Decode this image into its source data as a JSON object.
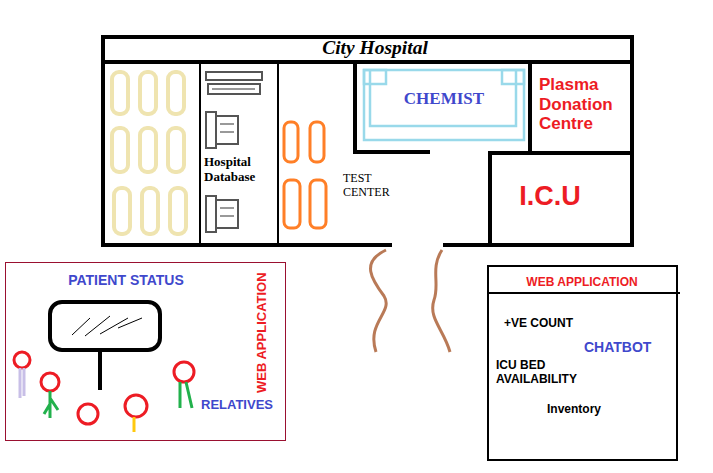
{
  "diagram": {
    "nodes": [
      {
        "text": [
          "City Hospital"
        ]
      },
      {
        "text": [
          "Hospital Database"
        ],
        "in": 0
      },
      {
        "text": [
          "TEST CENTER"
        ],
        "in": 0
      },
      {
        "text": [
          "CHEMIST"
        ],
        "in": 0
      },
      {
        "text": [
          "Plasma Donation Centre"
        ],
        "in": 0
      },
      {
        "text": [
          "I.C.U"
        ],
        "in": 0
      },
      {
        "text": [
          "PATIENT STATUS",
          "WEB APPLICATION",
          "RELATIVES"
        ]
      },
      {
        "text": [
          "WEB APPLICATION",
          "+VE COUNT",
          "CHATBOT",
          "ICU BED AVAILABILITY",
          "Inventory"
        ]
      }
    ]
  }
}
